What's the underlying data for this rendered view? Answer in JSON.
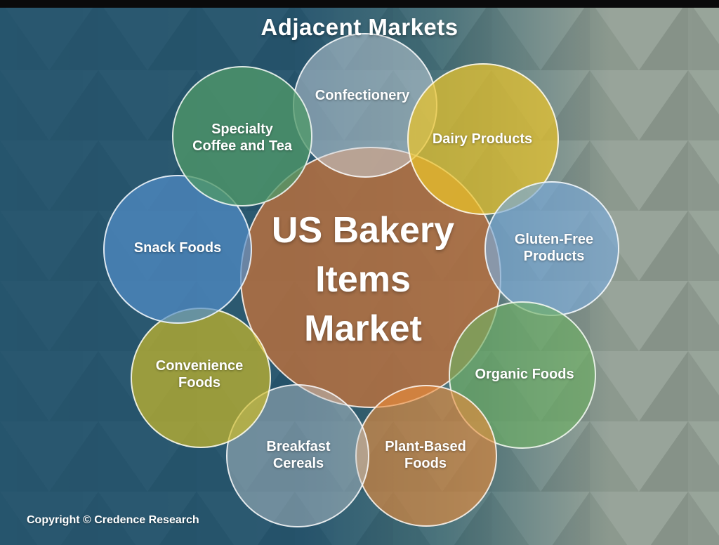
{
  "title": "Adjacent Markets",
  "center": {
    "label": "US Bakery Items Market",
    "lines": [
      "US Bakery",
      "Items",
      "Market"
    ],
    "color": "rgba(182,112,64,0.85)"
  },
  "markets": [
    {
      "id": "confectionery",
      "label": "Confectionery",
      "lines": [
        "Confectionery"
      ],
      "color": "rgba(206,216,226,0.50)"
    },
    {
      "id": "dairy",
      "label": "Dairy Products",
      "lines": [
        "Dairy Products"
      ],
      "color": "rgba(234,196,42,0.72)"
    },
    {
      "id": "gluten-free",
      "label": "Gluten-Free Products",
      "lines": [
        "Gluten-Free",
        "Products"
      ],
      "color": "rgba(122,170,215,0.68)"
    },
    {
      "id": "organic",
      "label": "Organic Foods",
      "lines": [
        "Organic Foods"
      ],
      "color": "rgba(110,176,100,0.65)"
    },
    {
      "id": "plant-based",
      "label": "Plant-Based Foods",
      "lines": [
        "Plant-Based",
        "Foods"
      ],
      "color": "rgba(236,141,58,0.62)"
    },
    {
      "id": "breakfast",
      "label": "Breakfast Cereals",
      "lines": [
        "Breakfast",
        "Cereals"
      ],
      "color": "rgba(196,204,210,0.45)"
    },
    {
      "id": "convenience",
      "label": "Convenience Foods",
      "lines": [
        "Convenience",
        "Foods"
      ],
      "color": "rgba(208,188,38,0.68)"
    },
    {
      "id": "snack",
      "label": "Snack Foods",
      "lines": [
        "Snack Foods"
      ],
      "color": "rgba(82,142,202,0.70)"
    },
    {
      "id": "specialty",
      "label": "Specialty Coffee and Tea",
      "lines": [
        "Specialty",
        "Coffee and Tea"
      ],
      "color": "rgba(80,153,105,0.78)"
    }
  ],
  "footer": {
    "copyright": "Copyright © Credence Research"
  },
  "background": {
    "left": "#27566E",
    "mid": "#477078",
    "right": "#93A095",
    "top_bar": "#0A0A0B"
  }
}
